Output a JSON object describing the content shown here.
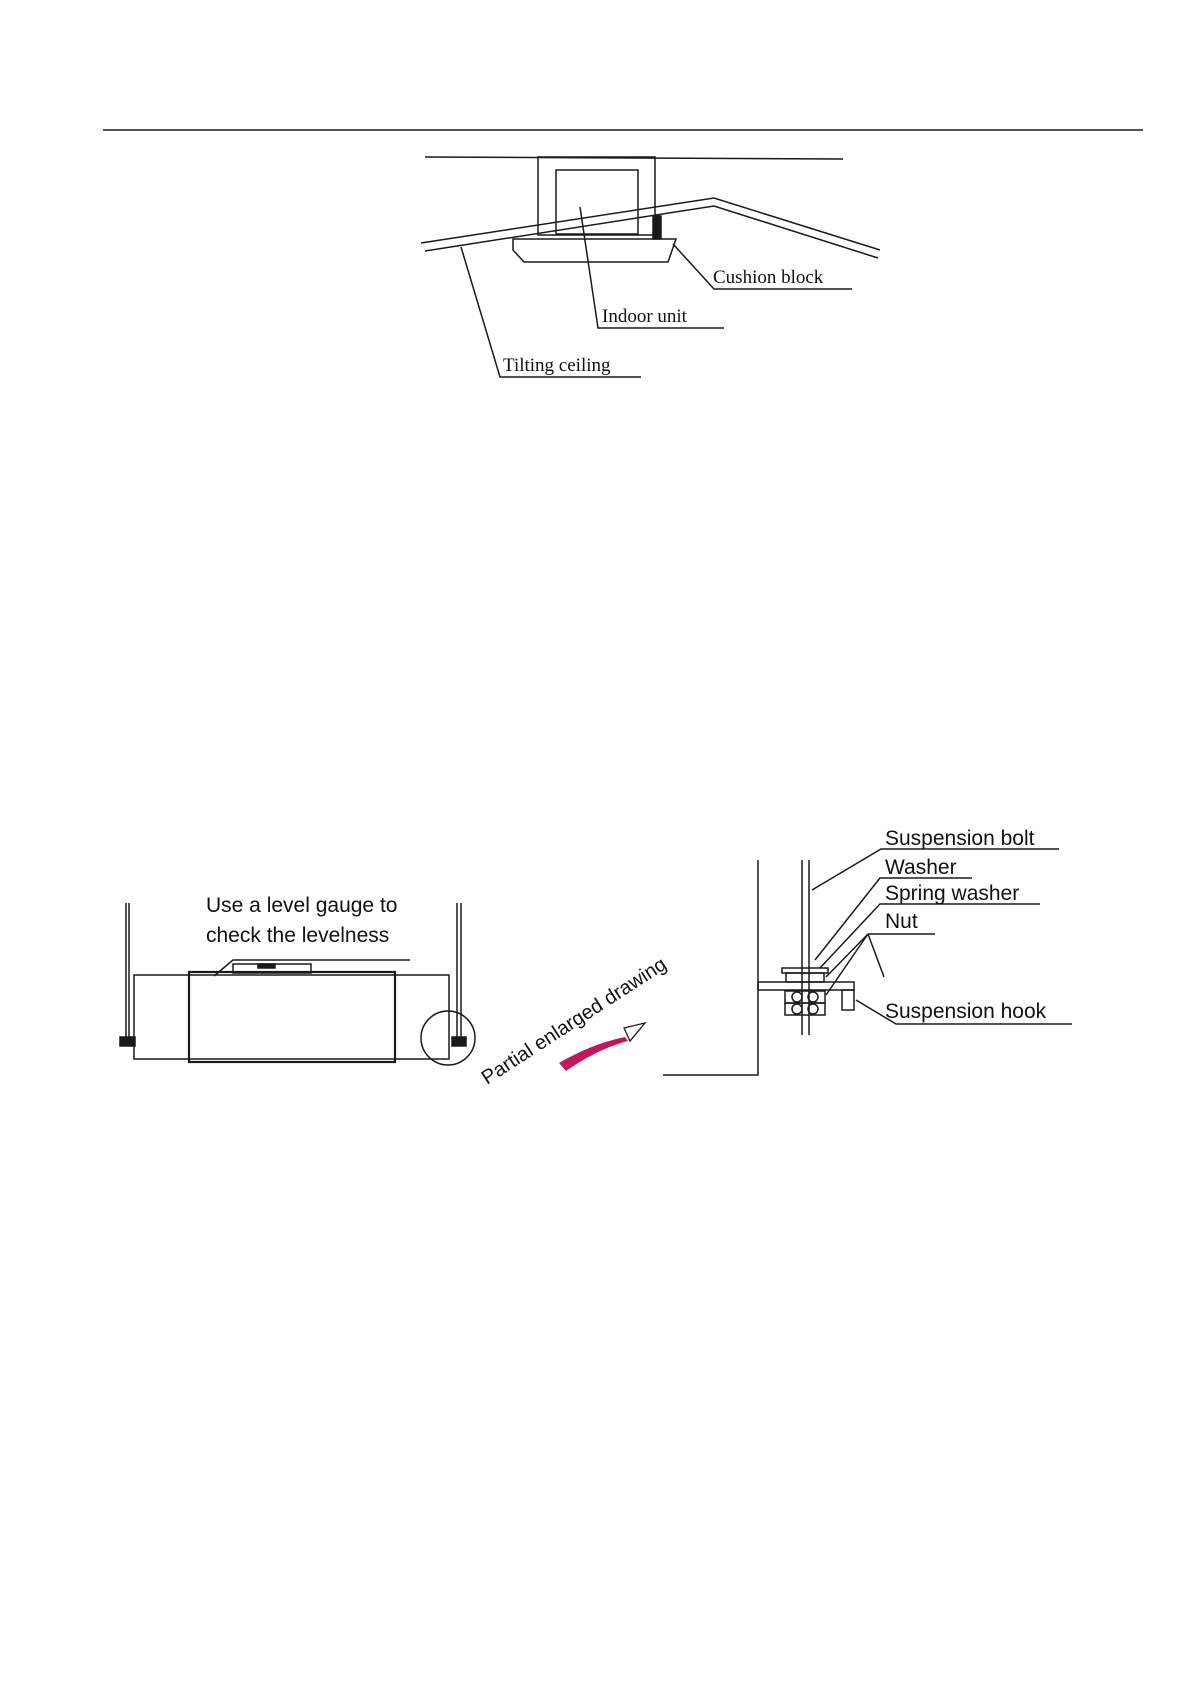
{
  "colors": {
    "line": "#1a1a1a",
    "arrow_accent": "#c2185b"
  },
  "diagram_top": {
    "labels": {
      "cushion_block": "Cushion block",
      "indoor_unit": "Indoor unit",
      "tilting_ceiling": "Tilting ceiling"
    }
  },
  "diagram_bottom": {
    "level_gauge_line1": "Use a level gauge to",
    "level_gauge_line2": "check the levelness",
    "partial_drawing": "Partial enlarged drawing",
    "labels": {
      "suspension_bolt": "Suspension bolt",
      "washer": "Washer",
      "spring_washer": "Spring washer",
      "nut": "Nut",
      "suspension_hook": "Suspension hook"
    }
  }
}
